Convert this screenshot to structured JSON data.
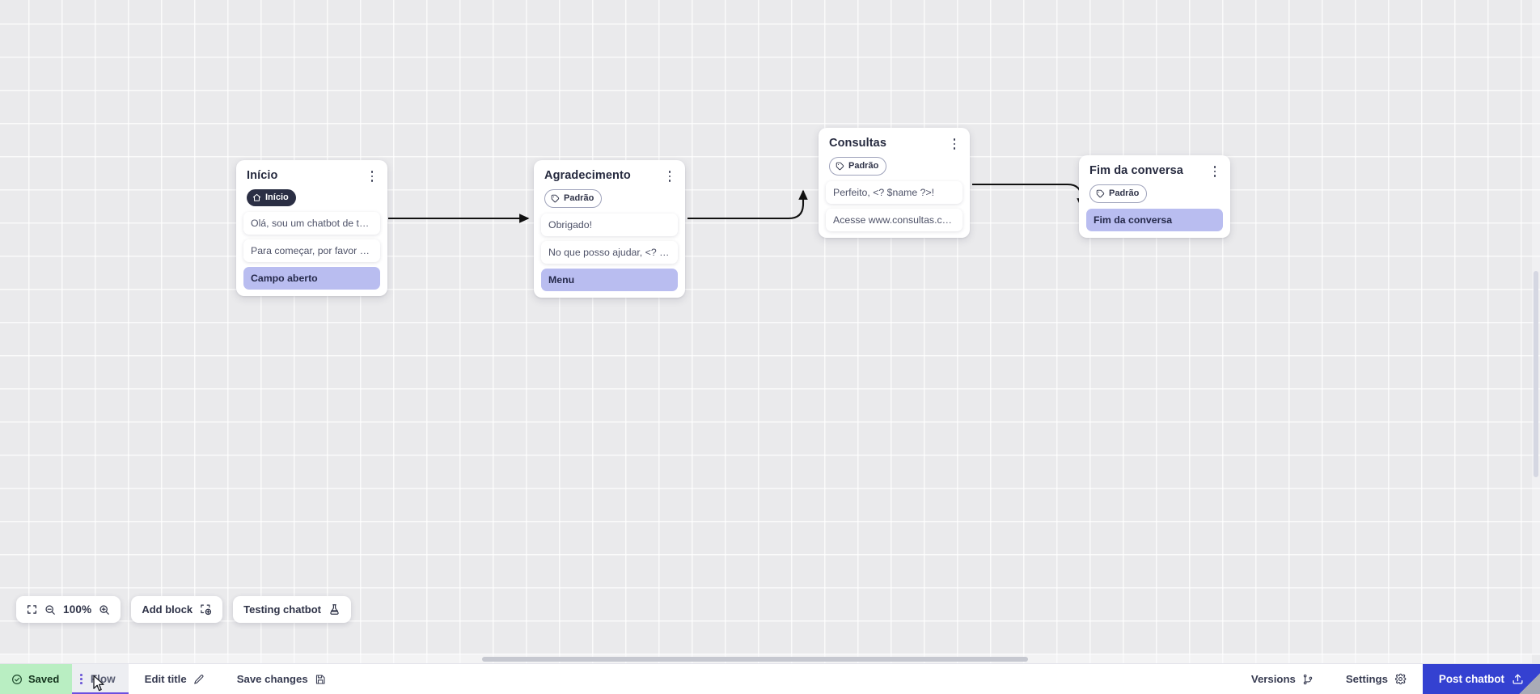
{
  "canvas": {
    "zoom_level": "100%",
    "nodes": [
      {
        "id": "inicio",
        "title": "Início",
        "badge": {
          "label": "Início",
          "icon": "home-icon",
          "style": "home"
        },
        "rows": [
          {
            "text": "Olá, sou um chatbot de teste!",
            "accent": false
          },
          {
            "text": "Para começar, por favor digite o ...",
            "accent": false
          },
          {
            "text": "Campo aberto",
            "accent": true
          }
        ]
      },
      {
        "id": "agradecimento",
        "title": "Agradecimento",
        "badge": {
          "label": "Padrão",
          "icon": "tag-icon",
          "style": "tag"
        },
        "rows": [
          {
            "text": "Obrigado!",
            "accent": false
          },
          {
            "text": "No que posso ajudar, <? $name ...",
            "accent": false
          },
          {
            "text": "Menu",
            "accent": true
          }
        ]
      },
      {
        "id": "consultas",
        "title": "Consultas",
        "badge": {
          "label": "Padrão",
          "icon": "tag-icon",
          "style": "tag"
        },
        "rows": [
          {
            "text": "Perfeito, <? $name ?>!",
            "accent": false
          },
          {
            "text": "Acesse www.consultas.com par...",
            "accent": false
          }
        ]
      },
      {
        "id": "fim",
        "title": "Fim da conversa",
        "badge": {
          "label": "Padrão",
          "icon": "tag-icon",
          "style": "tag"
        },
        "rows": [
          {
            "text": "Fim da conversa",
            "accent": true
          }
        ]
      }
    ]
  },
  "toolbar": {
    "fit_screen_icon": "fit-screen-icon",
    "zoom_out_icon": "zoom-out-icon",
    "zoom_value": "100%",
    "zoom_in_icon": "zoom-in-icon",
    "add_block_label": "Add block",
    "add_block_icon": "add-block-icon",
    "testing_chatbot_label": "Testing chatbot",
    "testing_chatbot_icon": "flask-icon"
  },
  "bottom_bar": {
    "saved_label": "Saved",
    "saved_icon": "check-circle-icon",
    "flow_tab_label": "Flow",
    "edit_title_label": "Edit title",
    "edit_title_icon": "pencil-icon",
    "save_changes_label": "Save changes",
    "save_changes_icon": "floppy-disk-icon",
    "versions_label": "Versions",
    "versions_icon": "branch-icon",
    "settings_label": "Settings",
    "settings_icon": "gear-icon",
    "post_chatbot_label": "Post chatbot",
    "post_chatbot_icon": "upload-icon"
  },
  "colors": {
    "canvas_bg": "#eaeaec",
    "accent_row": "#b9bdf0",
    "saved_bg": "#b9eec2",
    "post_chatbot_bg": "#3441d1",
    "flow_underline": "#6b4fe0"
  }
}
